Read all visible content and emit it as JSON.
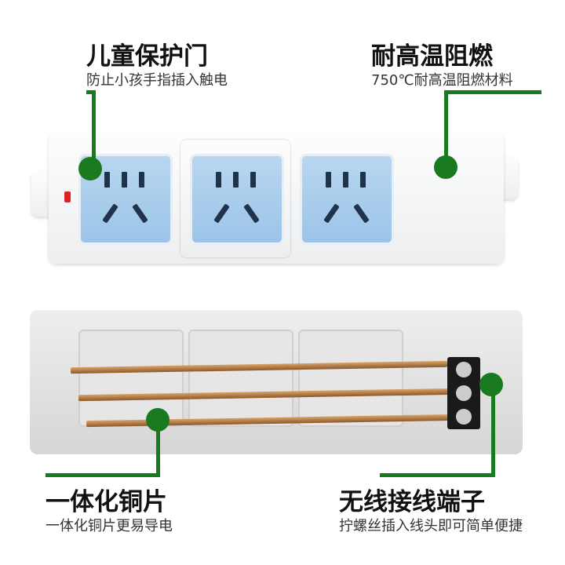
{
  "callouts": {
    "child_protection": {
      "title": "儿童保护门",
      "subtitle": "防止小孩手指插入触电"
    },
    "flame_retardant": {
      "title": "耐高温阻燃",
      "subtitle": "750℃耐高温阻燃材料"
    },
    "copper_strip": {
      "title": "一体化铜片",
      "subtitle": "一体化铜片更易导电"
    },
    "terminal": {
      "title": "无线接线端子",
      "subtitle": "拧螺丝插入线头即可简单便捷"
    }
  },
  "colors": {
    "accent": "#1a7a1f",
    "socket": "#a8cdec",
    "indicator": "#e02020"
  }
}
